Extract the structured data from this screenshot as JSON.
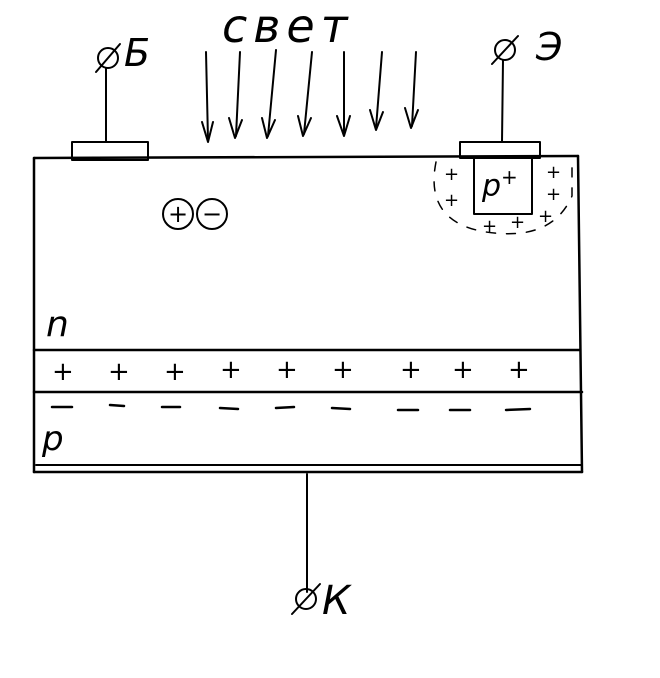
{
  "labels": {
    "light": "свет",
    "base": "Б",
    "emitter": "Э",
    "collector": "К",
    "n_region": "n",
    "p_region": "p",
    "p_plus": "p",
    "p_plus_sup": "+"
  },
  "symbols": {
    "plus": "+",
    "minus": "−",
    "terminal": "terminal-circle-icon"
  },
  "colors": {
    "ink": "#000000",
    "background": "#ffffff"
  }
}
